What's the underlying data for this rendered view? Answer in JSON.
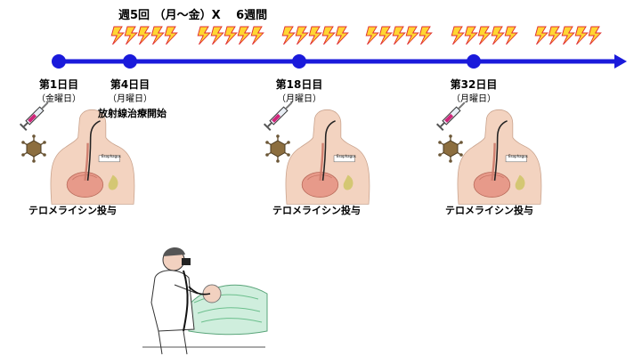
{
  "schedule_text": "週5回 （月～金）X　 6週間",
  "timeline": {
    "arrow_color": "#1a1adb",
    "marker_color": "#1a1adb",
    "bolt_fill": "#ffd633",
    "bolt_stroke": "#e03030",
    "bolt_groups_count": 6
  },
  "milestones": [
    {
      "label": "第1日目",
      "sub": "（金曜日）"
    },
    {
      "label": "第4日目",
      "sub": "（月曜日）",
      "note": "放射線治療開始"
    },
    {
      "label": "第18日目",
      "sub": "（月曜日）"
    },
    {
      "label": "第32日目",
      "sub": "（月曜日）"
    }
  ],
  "treatment_caption": "テロメライシン投与",
  "esophagus_label": "Esophagus",
  "icons": [
    "syringe-icon",
    "virus-icon",
    "patient-torso-icon",
    "endoscopy-doctor-icon"
  ]
}
